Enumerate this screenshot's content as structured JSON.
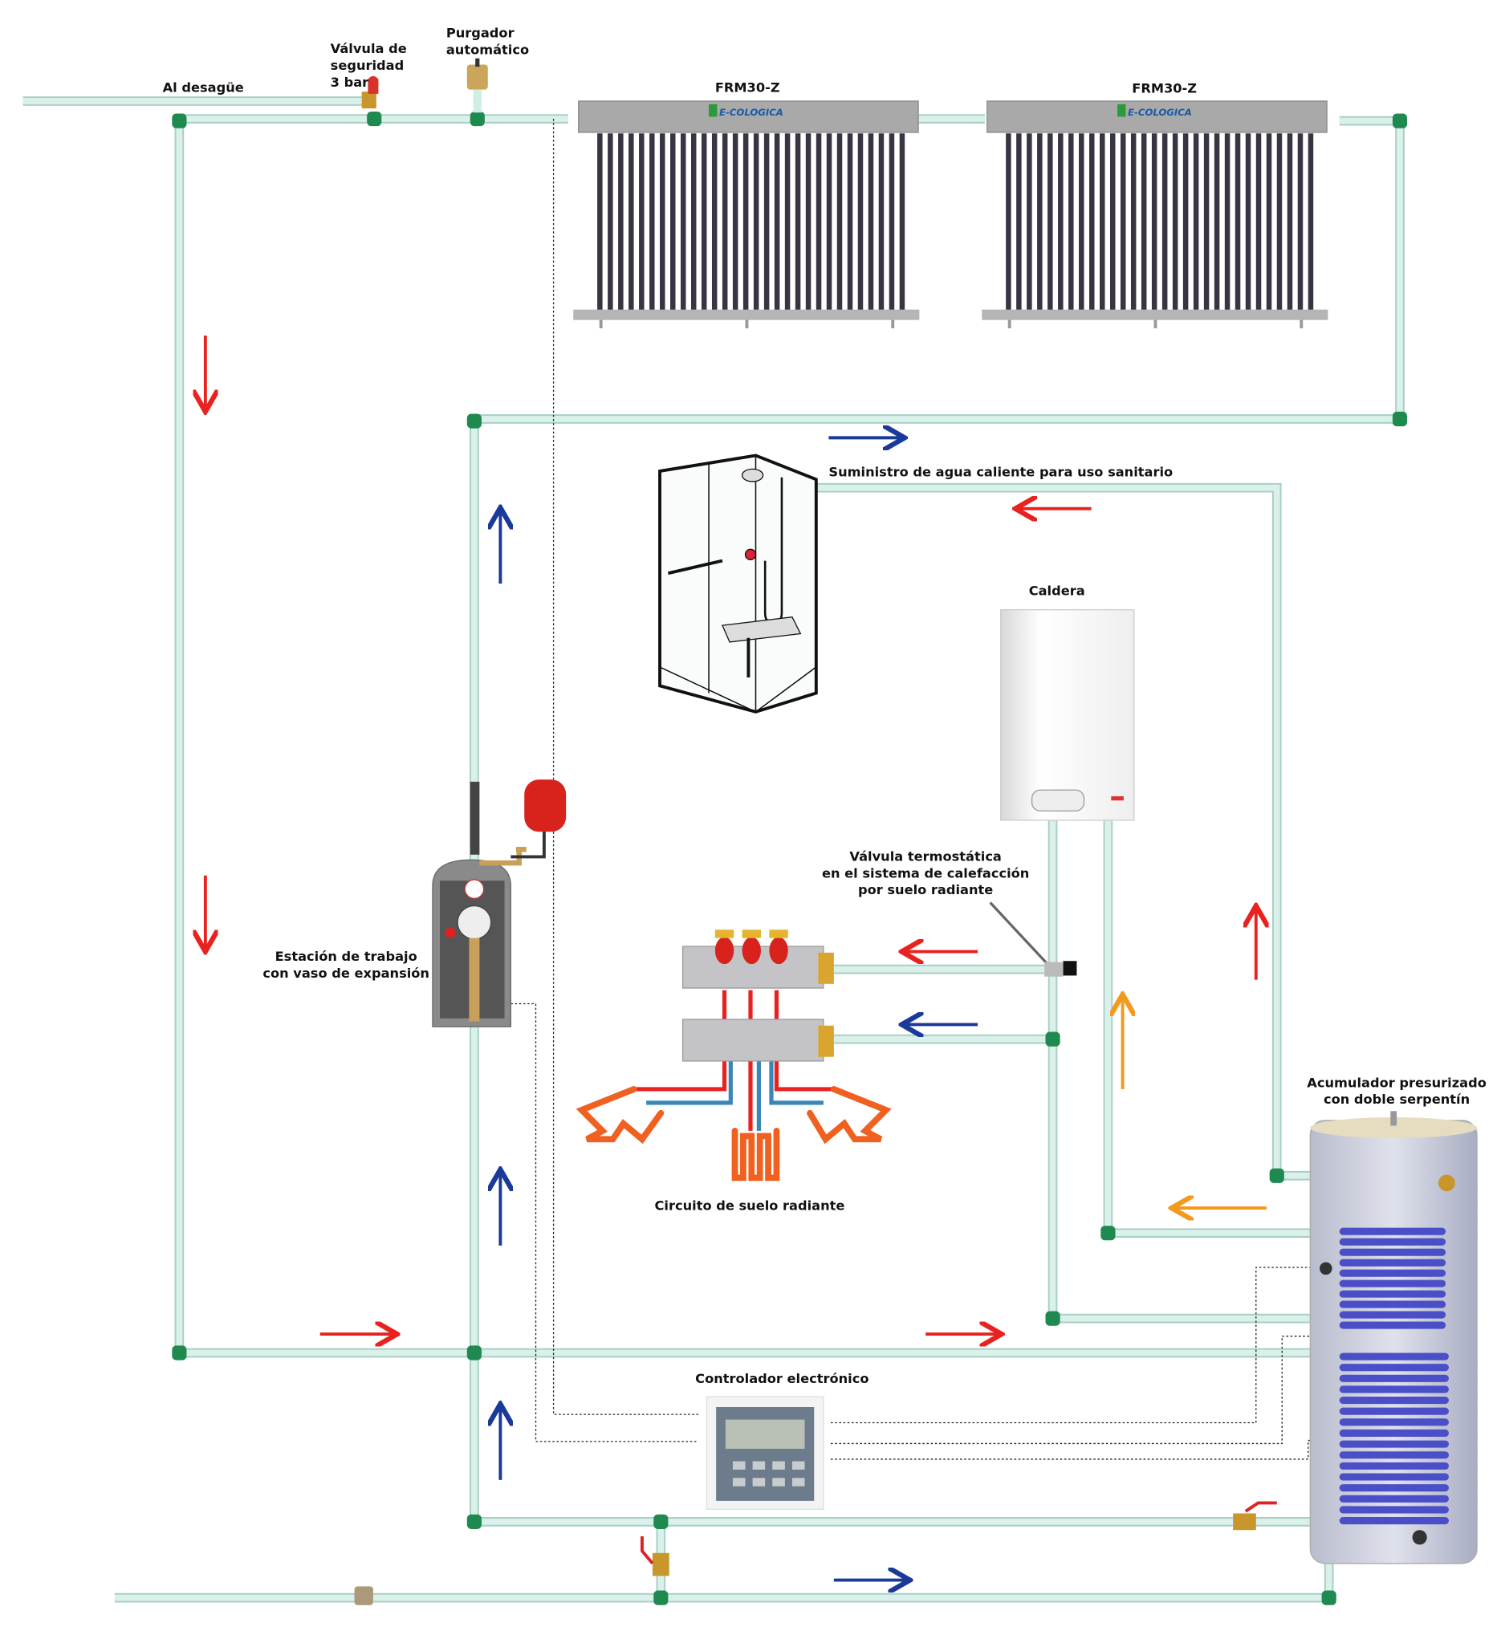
{
  "labels": {
    "drain": "Al desagüe",
    "safety_valve": [
      "Válvula de",
      "seguridad",
      "3 bar"
    ],
    "air_vent": [
      "Purgador",
      "automático"
    ],
    "collector_1": "FRM30-Z",
    "collector_2": "FRM30-Z",
    "collector_brand": "E-COLOGICA",
    "dhw_supply": "Suministro de agua caliente para uso sanitario",
    "boiler": "Caldera",
    "thermostatic_valve": [
      "Válvula termostática",
      "en el sistema de calefacción",
      "por suelo radiante"
    ],
    "station": [
      "Estación de trabajo",
      "con vaso de expansión"
    ],
    "floor_circuit": "Circuito de suelo radiante",
    "tank": [
      "Acumulador presurizado",
      "con doble serpentín"
    ],
    "controller": "Controlador electrónico"
  },
  "colors": {
    "pipe": "#d9f1ea",
    "fitting": "#1f8a4f",
    "hot_arrow": "#e8231f",
    "cold_arrow": "#1a3a9a",
    "boiler_arrow": "#f39a1e",
    "coil": "#4a4fc8"
  }
}
